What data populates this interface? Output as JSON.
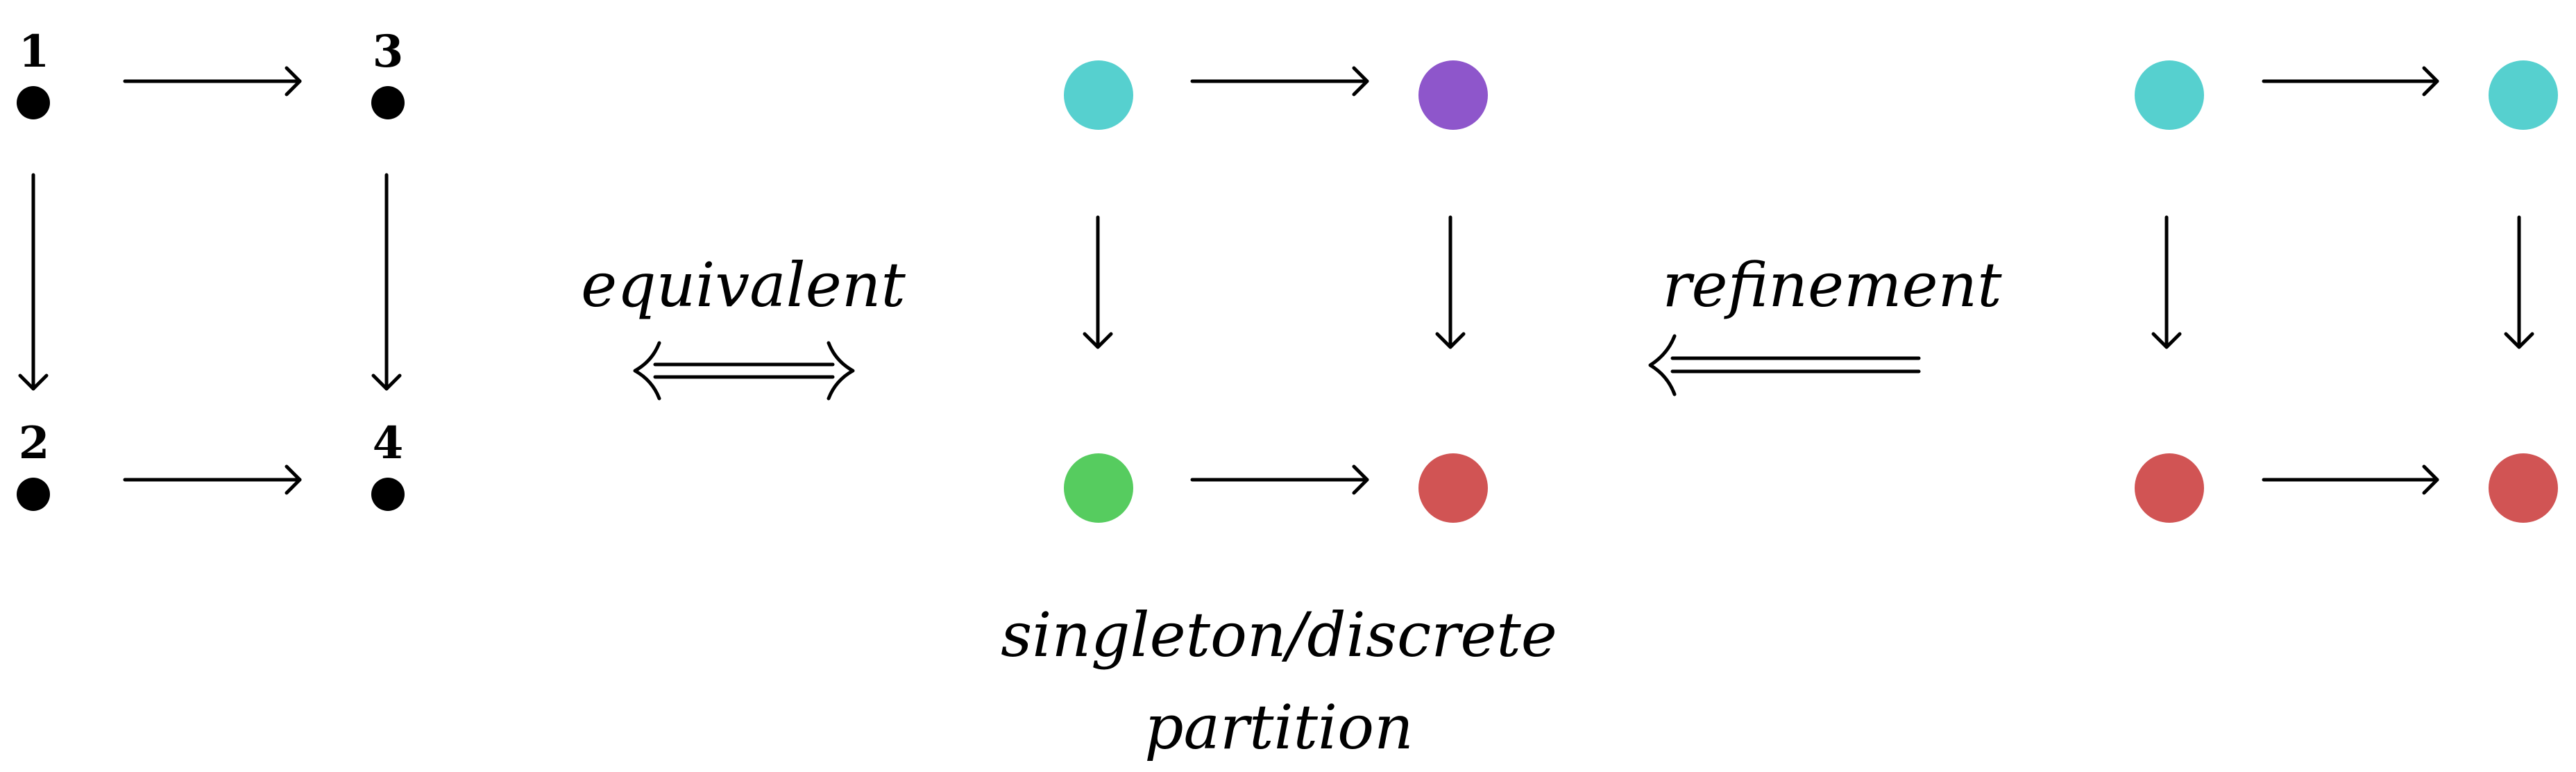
{
  "diagram": {
    "left_graph": {
      "node_labels": [
        "1",
        "2",
        "3",
        "4"
      ],
      "node_color": "#000000"
    },
    "middle_graph": {
      "node_colors": [
        "#56d0cf",
        "#8e56cb",
        "#56cc5f",
        "#d15454"
      ],
      "caption_line1": "singleton/discrete",
      "caption_line2": "partition"
    },
    "right_graph": {
      "node_colors": [
        "#56d0cf",
        "#56d0cf",
        "#d15454",
        "#d15454"
      ]
    },
    "relations": {
      "equivalent_label": "equivalent",
      "refinement_label": "refinement"
    }
  }
}
